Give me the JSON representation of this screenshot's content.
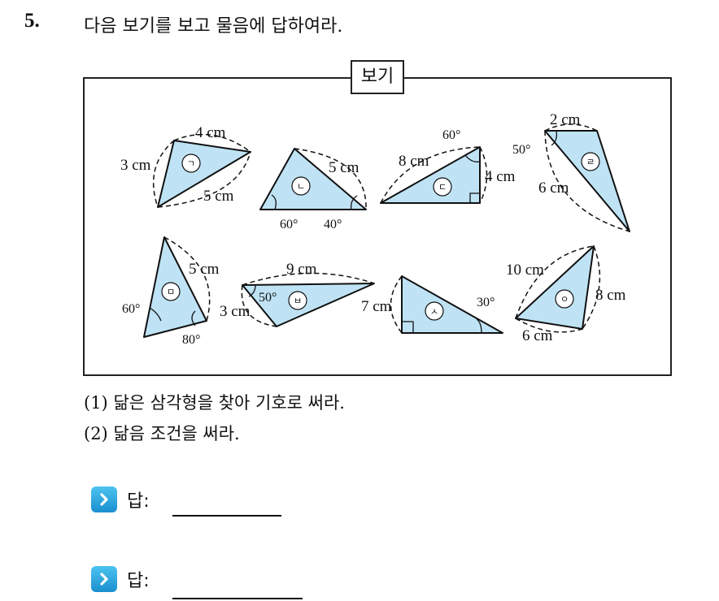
{
  "question": {
    "number": "5.",
    "text": "다음 보기를 보고 물음에 답하여라."
  },
  "box": {
    "title": "보기"
  },
  "figures": {
    "t1": {
      "label": "ㄱ",
      "side_a": "4 cm",
      "side_b": "3 cm",
      "side_c": "5 cm"
    },
    "t2": {
      "label": "ㄴ",
      "side": "5 cm",
      "angle_a": "60°",
      "angle_b": "40°"
    },
    "t3": {
      "label": "ㄷ",
      "side_a": "8 cm",
      "side_b": "4 cm",
      "angle": "60°"
    },
    "t4": {
      "label": "ㄹ",
      "side_a": "2 cm",
      "side_b": "6 cm",
      "angle": "50°"
    },
    "t5": {
      "label": "ㅁ",
      "side": "5 cm",
      "angle_a": "60°",
      "angle_b": "80°"
    },
    "t6": {
      "label": "ㅂ",
      "side_a": "9 cm",
      "side_b": "3 cm",
      "angle": "50°"
    },
    "t7": {
      "label": "ㅅ",
      "side": "7 cm",
      "angle": "30°"
    },
    "t8": {
      "label": "ㅇ",
      "side_a": "10 cm",
      "side_b": "8 cm",
      "side_c": "6 cm"
    }
  },
  "sub_questions": [
    {
      "marker": "(1)",
      "text": "닮은 삼각형을 찾아 기호로 써라."
    },
    {
      "marker": "(2)",
      "text": "닮음 조건을 써라."
    }
  ],
  "answers": [
    {
      "label": "답:"
    },
    {
      "label": "답:"
    }
  ],
  "colors": {
    "triangle_fill": "#bfe3f5",
    "answer_icon": "#2aa8e0"
  }
}
